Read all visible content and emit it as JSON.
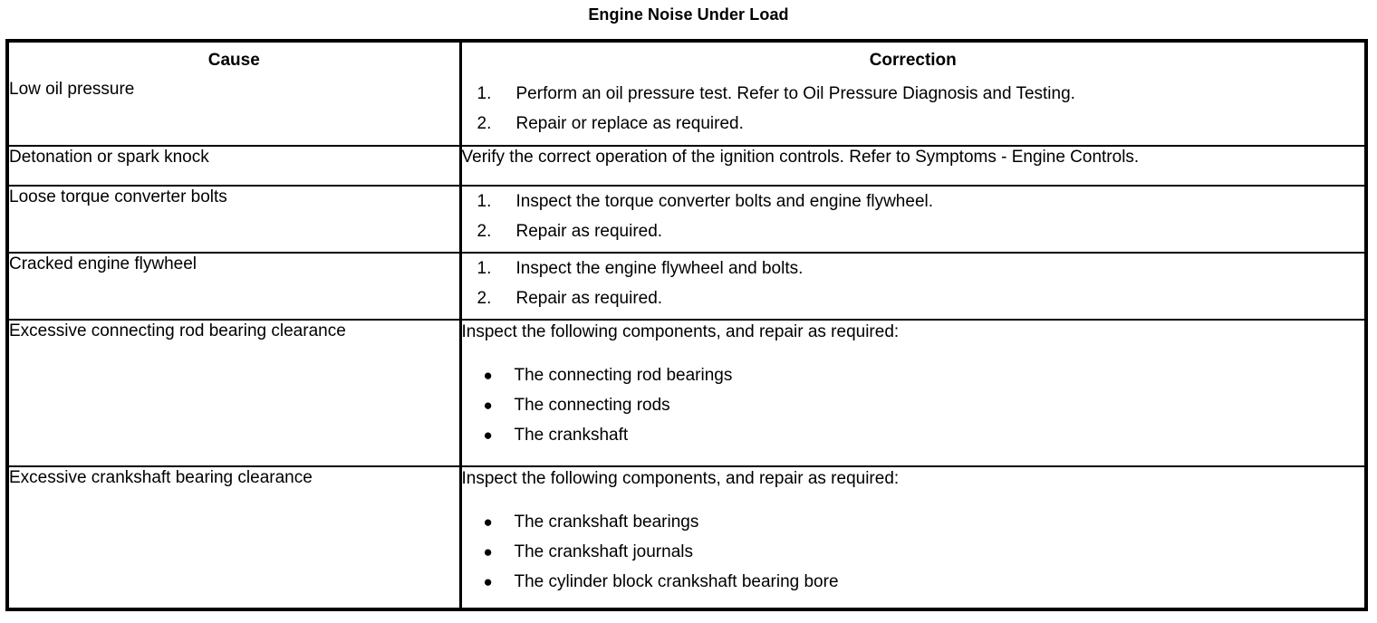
{
  "document": {
    "title": "Engine Noise Under Load"
  },
  "table": {
    "headers": {
      "cause": "Cause",
      "correction": "Correction"
    },
    "rows": [
      {
        "cause": "Low oil pressure",
        "correction": {
          "type": "numbered",
          "items": [
            {
              "num": "1.",
              "text": "Perform an oil pressure test. Refer to Oil Pressure Diagnosis and Testing."
            },
            {
              "num": "2.",
              "text": "Repair or replace as required."
            }
          ]
        }
      },
      {
        "cause": "Detonation or spark knock",
        "correction": {
          "type": "plain",
          "text": "Verify the correct operation of the ignition controls. Refer to Symptoms - Engine Controls."
        }
      },
      {
        "cause": "Loose torque converter bolts",
        "correction": {
          "type": "numbered",
          "items": [
            {
              "num": "1.",
              "text": "Inspect the torque converter bolts and engine flywheel."
            },
            {
              "num": "2.",
              "text": "Repair as required."
            }
          ]
        }
      },
      {
        "cause": "Cracked engine flywheel",
        "correction": {
          "type": "numbered",
          "items": [
            {
              "num": "1.",
              "text": "Inspect the engine flywheel and bolts."
            },
            {
              "num": "2.",
              "text": "Repair as required."
            }
          ]
        }
      },
      {
        "cause": "Excessive connecting rod bearing clearance",
        "correction": {
          "type": "bulleted",
          "intro": "Inspect the following components, and repair as required:",
          "bullet_glyph": "●",
          "items": [
            "The connecting rod bearings",
            "The connecting rods",
            "The crankshaft"
          ]
        }
      },
      {
        "cause": "Excessive crankshaft bearing clearance",
        "correction": {
          "type": "bulleted",
          "intro": "Inspect the following components, and repair as required:",
          "bullet_glyph": "●",
          "items": [
            "The crankshaft bearings",
            "The crankshaft journals",
            "The cylinder block crankshaft bearing bore"
          ]
        }
      }
    ]
  },
  "colors": {
    "text": "#000000",
    "background": "#ffffff",
    "border": "#000000"
  }
}
